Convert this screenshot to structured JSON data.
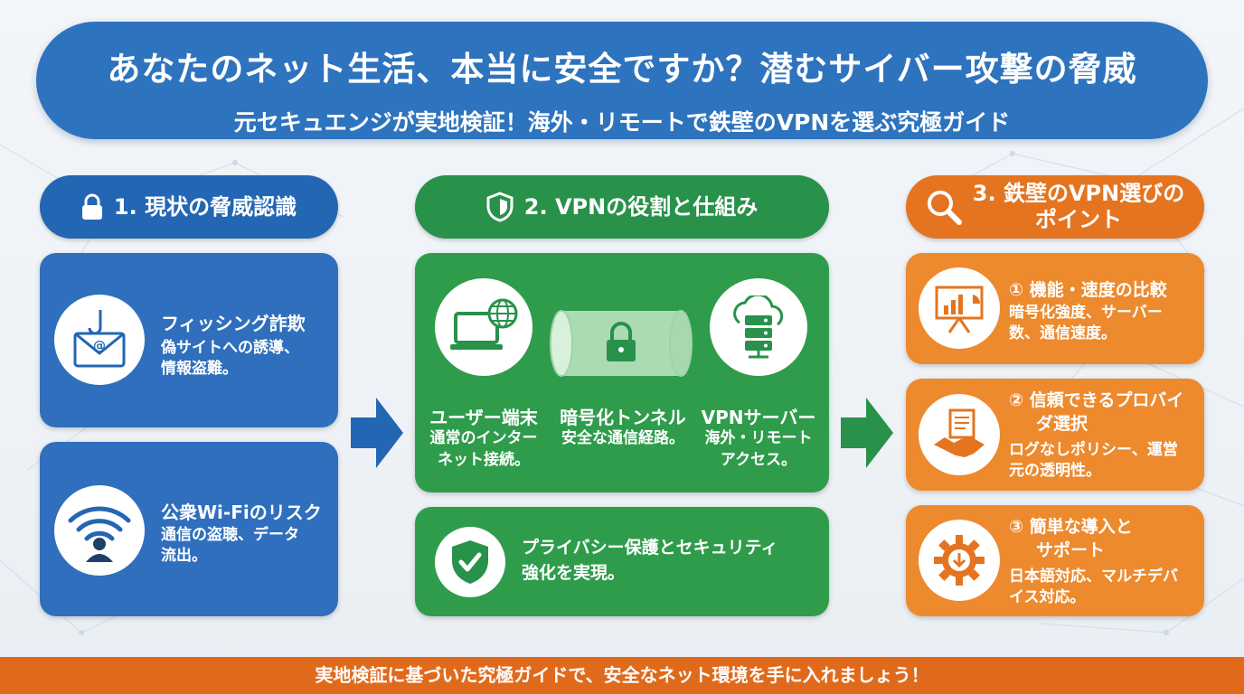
{
  "header": {
    "title": "あなたのネット生活、本当に安全ですか？潜むサイバー攻撃の脅威",
    "subtitle": "元セキュエンジが実地検証！海外・リモートで鉄壁のVPNを選ぶ究極ガイド"
  },
  "sections": {
    "threats": {
      "heading": "1. 現状の脅威認識",
      "cards": [
        {
          "title": "フィッシング詐欺",
          "desc_line1": "偽サイトへの誘導、",
          "desc_line2": "情報盗難。",
          "icon": "phishing-hook-icon"
        },
        {
          "title": "公衆Wi-Fiのリスク",
          "desc_line1": "通信の盗聴、データ",
          "desc_line2": "流出。",
          "icon": "wifi-hacker-icon"
        }
      ]
    },
    "vpn": {
      "heading": "2. VPNの役割と仕組み",
      "columns": [
        {
          "title": "ユーザー端末",
          "desc_line1": "通常のインター",
          "desc_line2": "ネット接続。",
          "icon": "laptop-globe-icon"
        },
        {
          "title": "暗号化トンネル",
          "desc_line1": "安全な通信経路。",
          "desc_line2": "",
          "icon": "lock-tunnel-icon"
        },
        {
          "title": "VPNサーバー",
          "desc_line1": "海外・リモート",
          "desc_line2": "アクセス。",
          "icon": "cloud-server-icon"
        }
      ],
      "benefit_line1": "プライバシー保護とセキュリティ",
      "benefit_line2": "強化を実現。"
    },
    "choose": {
      "heading_line1": "3. 鉄壁のVPN選びの",
      "heading_line2": "ポイント",
      "cards": [
        {
          "title_line1": "① 機能・速度の比較",
          "title_line2": "",
          "desc_line1": "暗号化強度、サーバー",
          "desc_line2": "数、通信速度。",
          "icon": "presentation-chart-icon"
        },
        {
          "title_line1": "② 信頼できるプロバイ",
          "title_line2": "ダ選択",
          "desc_line1": "ログなしポリシー、運営",
          "desc_line2": "元の透明性。",
          "icon": "handshake-document-icon"
        },
        {
          "title_line1": "③ 簡単な導入と",
          "title_line2": "サポート",
          "desc_line1": "日本語対応、マルチデバ",
          "desc_line2": "イス対応。",
          "icon": "gear-download-icon"
        }
      ]
    }
  },
  "footer": {
    "text": "実地検証に基づいた究極ガイドで、安全なネット環境を手に入れましょう！"
  },
  "colors": {
    "header": "#2e73be",
    "blue": "#2366b3",
    "green": "#28914a",
    "orange": "#e4741f",
    "footer": "#e06a1c"
  }
}
